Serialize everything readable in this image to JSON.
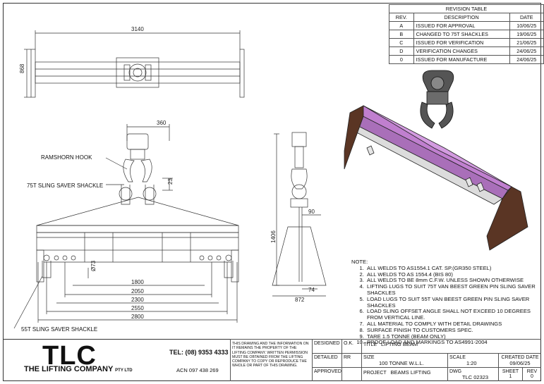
{
  "revision_table": {
    "title": "REVISION TABLE",
    "headers": [
      "REV.",
      "DESCRIPTION",
      "DATE"
    ],
    "rows": [
      {
        "rev": "A",
        "description": "ISSUED FOR APPROVAL",
        "date": "10/06/25"
      },
      {
        "rev": "B",
        "description": "CHANGED TO 75T SHACKLES",
        "date": "19/06/25"
      },
      {
        "rev": "C",
        "description": "ISSUED FOR VERIFICATION",
        "date": "21/06/25"
      },
      {
        "rev": "D",
        "description": "VERIFICATION CHANGES",
        "date": "24/06/25"
      },
      {
        "rev": "0",
        "description": "ISSUED FOR MANUFACTURE",
        "date": "24/06/25"
      }
    ]
  },
  "dimensions": {
    "top_length": "3140",
    "top_width": "868",
    "hook_offset": "360",
    "shackle_offset": "23",
    "hole_dia": "Ø73",
    "spacing_1": "1800",
    "spacing_2": "2050",
    "spacing_3": "2300",
    "spacing_4": "2550",
    "spacing_5": "2800",
    "side_height": "1406",
    "side_offset": "90",
    "side_plate": "74",
    "side_base": "872"
  },
  "labels": {
    "ramshorn_hook": "RAMSHORN HOOK",
    "shackle_75t": "75T SLING SAVER SHACKLE",
    "shackle_55t": "55T SLING SAVER SHACKLE"
  },
  "notes": {
    "heading": "NOTE:",
    "items": [
      "ALL WELDS TO AS1554.1 CAT. SP.(GR350 STEEL)",
      "ALL WELDS TO AS 1554.4 (BIS 80)",
      "ALL WELDS TO BE 8mm C.F.W. UNLESS SHOWN OTHERWISE",
      "LIFTING LUGS TO SUIT 75T VAN BEEST GREEN PIN SLING SAVER SHACKLES",
      "LOAD LUGS TO SUIT 55T VAN BEEST GREEN PIN SLING SAVER SHACKLES",
      "LOAD SLING OFFSET ANGLE SHALL NOT EXCEED 10 DEGREES FROM VERTICAL LINE.",
      "ALL MATERIAL TO COMPLY WITH DETAIL DRAWINGS",
      "SURFACE FINISH TO CUSTOMERS SPEC.",
      "TARE 1.5 TONNE (BEAM ONLY)",
      "PROOF LOAD AND MARKINGS TO AS4991-2004"
    ]
  },
  "title_block": {
    "logo": "TLC",
    "company": "THE LIFTING COMPANY",
    "company_suffix": "PTY LTD",
    "tel": "TEL: (08) 9353 4333",
    "acn": "ACN 097 438 269",
    "disclaimer": "THIS DRAWING AND THE INFORMATION ON IT REMAINS THE PROPERTY OF THE LIFTING COMPANY. WRITTEN PERMISSION MUST BE OBTAINED FROM THE LIFTING COMPANY TO COPY OR REPRODUCE THE WHOLE OR PART OF THIS DRAWING.",
    "designed_label": "DESIGNED",
    "designed_value": "O.K.",
    "detailed_label": "DETAILED",
    "detailed_value": "RR",
    "approved_label": "APPROVED",
    "title_label": "TITLE",
    "title_value": "LIFTING BEAM",
    "size_label": "SIZE",
    "size_value": "100 TONNE W.L.L.",
    "scale_label": "SCALE",
    "scale_value": "1:20",
    "created_label": "CREATED DATE",
    "created_value": "09/06/25",
    "project_label": "PROJECT",
    "project_value": "BEAMS LIFTING",
    "dwg_label": "DWG",
    "dwg_value": "TLC 02323",
    "sheet_label": "SHEET",
    "sheet_value": "1",
    "rev_label": "REV",
    "rev_value": "0"
  },
  "colors": {
    "accent_plate": "#c07fcf",
    "side_plate": "#5a3524",
    "line": "#333333"
  }
}
